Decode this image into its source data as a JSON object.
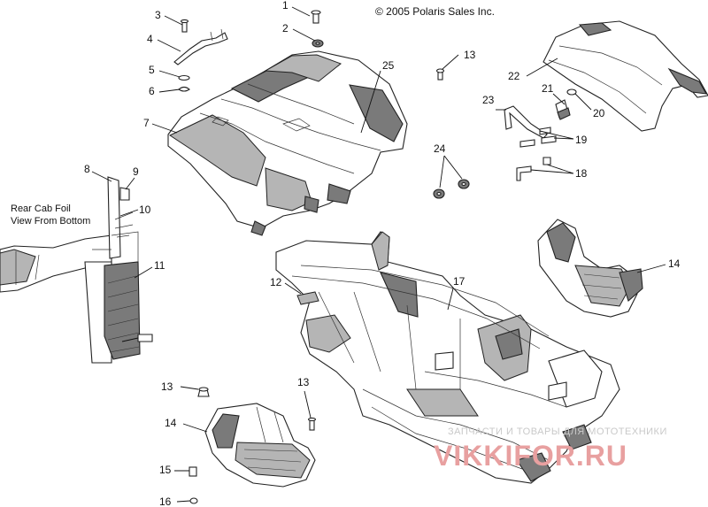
{
  "diagram": {
    "copyright": "© 2005 Polaris Sales Inc.",
    "caption_line1": "Rear Cab Foil",
    "caption_line2": "View From Bottom",
    "watermark_small": "ЗАПЧАСТИ И ТОВАРЫ ДЛЯ МОТОТЕХНИКИ",
    "watermark_big": "VIKKIFOR.RU",
    "callouts": {
      "c1": "1",
      "c2": "2",
      "c3": "3",
      "c4": "4",
      "c5": "5",
      "c6": "6",
      "c7": "7",
      "c8": "8",
      "c9": "9",
      "c10": "10",
      "c11": "11",
      "c12": "12",
      "c13a": "13",
      "c13b": "13",
      "c13c": "13",
      "c14a": "14",
      "c14b": "14",
      "c15": "15",
      "c16": "16",
      "c17": "17",
      "c18": "18",
      "c19": "19",
      "c20": "20",
      "c21": "21",
      "c22": "22",
      "c23": "23",
      "c24": "24",
      "c25": "25"
    },
    "colors": {
      "line": "#111111",
      "watermark_red": "#e8a0a0",
      "watermark_grey": "#c9c9c9"
    }
  }
}
